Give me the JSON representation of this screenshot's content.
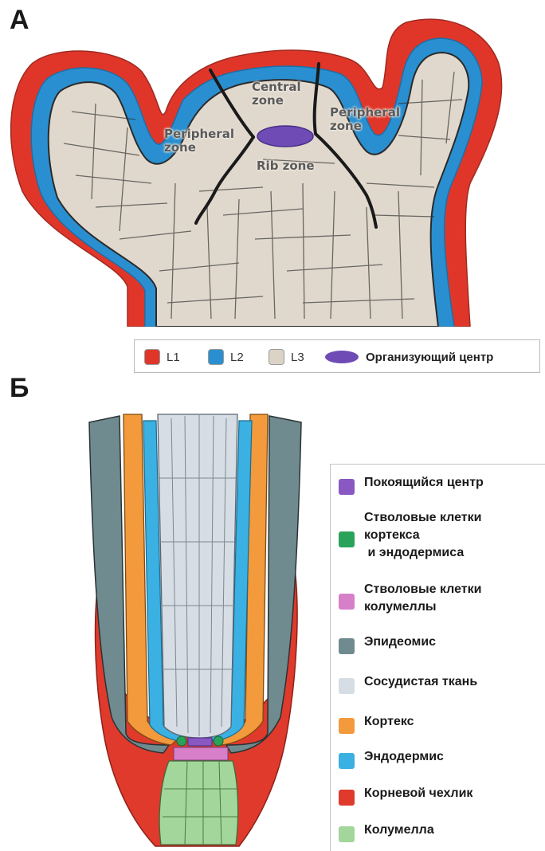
{
  "panel_a": {
    "letter": "А",
    "zones": {
      "central": "Central\nzone",
      "peripheral_left": "Peripheral\nzone",
      "peripheral_right": "Peripheral\nzone",
      "rib": "Rib zone"
    },
    "legend": [
      {
        "label": "L1",
        "color": "#e0362a"
      },
      {
        "label": "L2",
        "color": "#2a8fd0"
      },
      {
        "label": "L3",
        "color": "#dcd3c7"
      },
      {
        "label": "Организующий центр",
        "color": "#6f4bb6"
      }
    ]
  },
  "panel_b": {
    "letter": "Б",
    "legend": [
      {
        "label": "Покоящийся центр",
        "color": "#8a58c2"
      },
      {
        "label": "Стволовые клетки\nкортекса\n и эндодермиса",
        "color": "#2aa35a"
      },
      {
        "label": "Стволовые клетки\nколумеллы",
        "color": "#d77fc9"
      },
      {
        "label": "Эпидеомис",
        "color": "#6f8b8f"
      },
      {
        "label": "Сосудистая ткань",
        "color": "#d6dde4"
      },
      {
        "label": "Кортекс",
        "color": "#f29a3c"
      },
      {
        "label": "Эндодермис",
        "color": "#3ab0e3"
      },
      {
        "label": "Корневой чехлик",
        "color": "#df3a2c"
      },
      {
        "label": "Колумелла",
        "color": "#a3d69a"
      }
    ]
  }
}
